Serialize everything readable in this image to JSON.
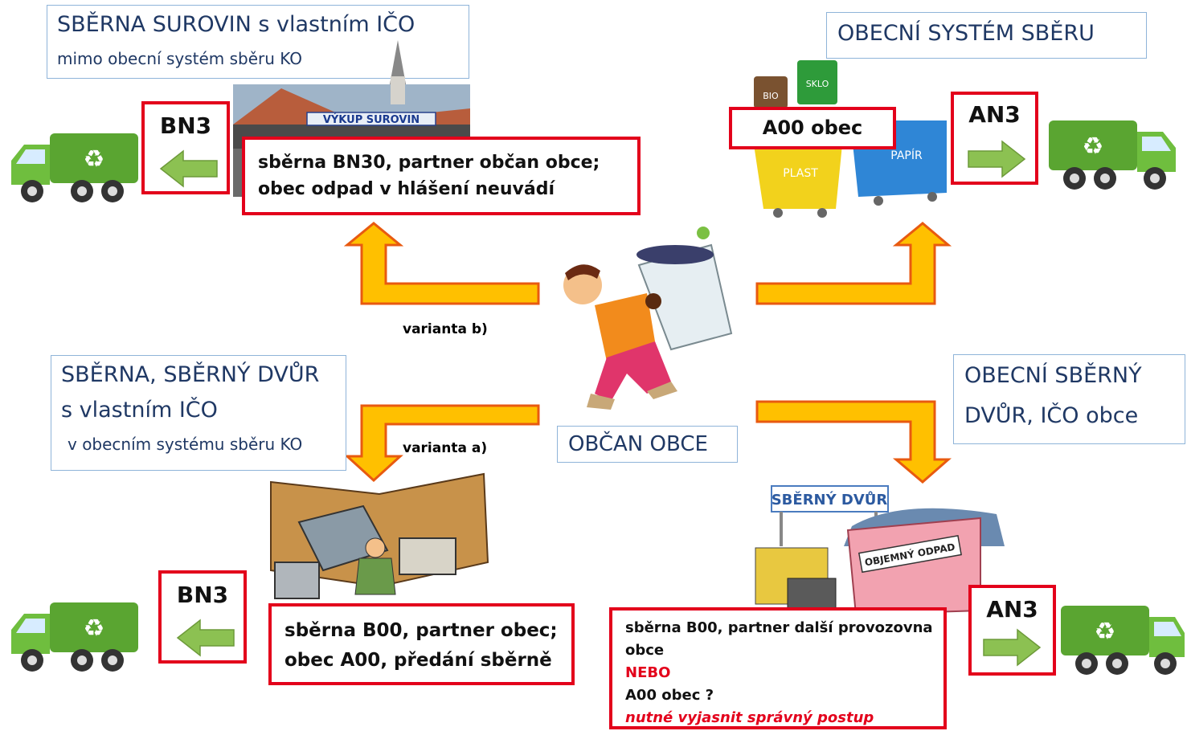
{
  "top_left": {
    "title": "SBĚRNA SUROVIN s vlastním IČO",
    "subtitle": "mimo obecní systém sběru KO",
    "sign": "VÝKUP SUROVIN",
    "code": "BN3",
    "note_line1": "sběrna BN30, partner občan obce;",
    "note_line2": "obec odpad v hlášení neuvádí"
  },
  "top_right": {
    "title": "OBECNÍ SYSTÉM SBĚRU",
    "code": "AN3",
    "note": "A00 obec",
    "bin_labels": [
      "BIO",
      "SKLO",
      "PLAST",
      "PAPÍR"
    ]
  },
  "center": {
    "label": "OBČAN OBCE",
    "variant_b": "varianta b)",
    "variant_a": "varianta a)"
  },
  "bottom_left": {
    "title_line1": "SBĚRNA, SBĚRNÝ DVŮR",
    "title_line2": "s vlastním IČO",
    "subtitle": "v obecním systému sběru KO",
    "code": "BN3",
    "note_line1": "sběrna B00, partner obec;",
    "note_line2": "obec A00, předání sběrně"
  },
  "bottom_right": {
    "title_line1": "OBECNÍ SBĚRNÝ",
    "title_line2": "DVŮR, IČO obce",
    "sign": "SBĚRNÝ DVŮR",
    "container_label": "OBJEMNÝ ODPAD",
    "code": "AN3",
    "note_line1": "sběrna B00, partner další provozovna",
    "note_line2": "obce",
    "note_or": "NEBO",
    "note_line3": "A00 obec ?",
    "note_line4": "nutné vyjasnit správný postup"
  },
  "colors": {
    "red_border": "#e3001b",
    "blue_border": "#8fb4d9",
    "title_blue": "#1f3864",
    "arrow_fill": "#ffc000",
    "arrow_stroke": "#e03c00",
    "truck_green": "#5aa531"
  }
}
